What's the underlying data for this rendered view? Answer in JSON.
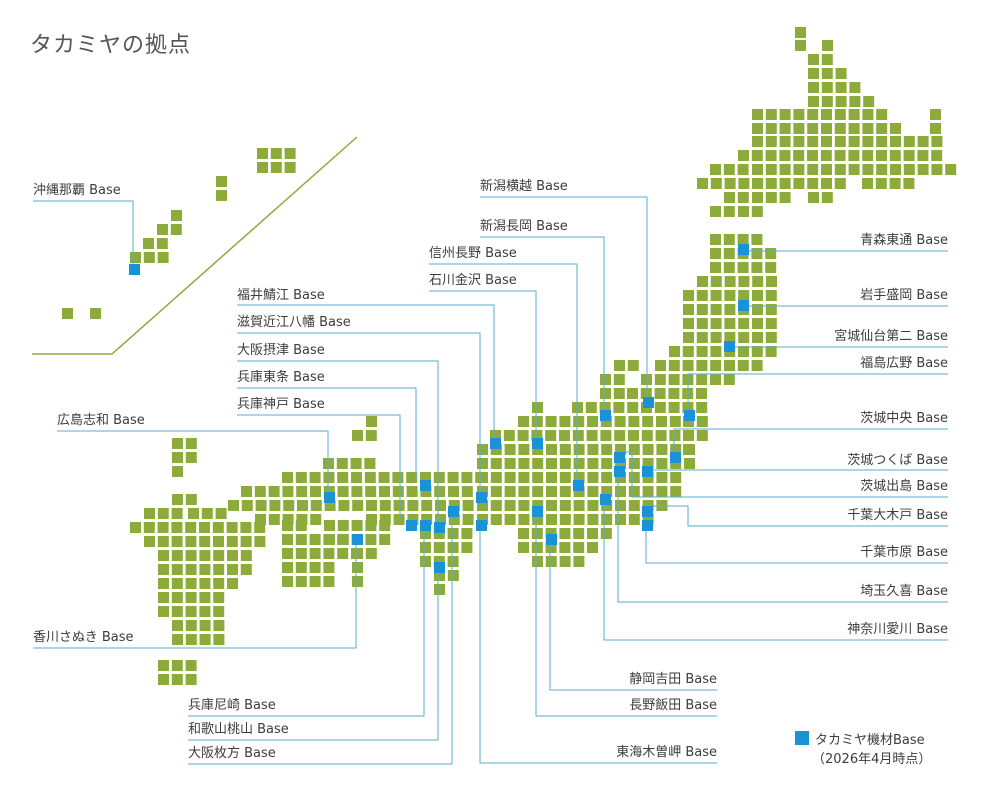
{
  "title": "タカミヤの拠点",
  "colors": {
    "land": "#8dab3a",
    "base": "#1a93d6",
    "leader": "#5aaed0",
    "divider": "#8dab3a"
  },
  "legend": {
    "label": "タカミヤ機材Base",
    "note": "（2026年4月時点）"
  },
  "bases": [
    {
      "id": "okinawa",
      "label": "沖縄那覇 Base"
    },
    {
      "id": "niigata-yokogoshi",
      "label": "新潟横越 Base"
    },
    {
      "id": "niigata-nagaoka",
      "label": "新潟長岡 Base"
    },
    {
      "id": "shinshu-nagano",
      "label": "信州長野 Base"
    },
    {
      "id": "ishikawa-kanazawa",
      "label": "石川金沢 Base"
    },
    {
      "id": "fukui-sabae",
      "label": "福井鯖江 Base"
    },
    {
      "id": "shiga-omihachiman",
      "label": "滋賀近江八幡 Base"
    },
    {
      "id": "osaka-settsu",
      "label": "大阪摂津 Base"
    },
    {
      "id": "hyogo-tojo",
      "label": "兵庫東条 Base"
    },
    {
      "id": "hyogo-kobe",
      "label": "兵庫神戸 Base"
    },
    {
      "id": "hiroshima-shiwa",
      "label": "広島志和 Base"
    },
    {
      "id": "kagawa-sanuki",
      "label": "香川さぬき Base"
    },
    {
      "id": "hyogo-amagasaki",
      "label": "兵庫尼崎 Base"
    },
    {
      "id": "wakayama-momoyama",
      "label": "和歌山桃山 Base"
    },
    {
      "id": "osaka-hirakata",
      "label": "大阪枚方 Base"
    },
    {
      "id": "aomori-higashidori",
      "label": "青森東通 Base"
    },
    {
      "id": "iwate-morioka",
      "label": "岩手盛岡 Base"
    },
    {
      "id": "miyagi-sendai",
      "label": "宮城仙台第二 Base"
    },
    {
      "id": "fukushima-hirono",
      "label": "福島広野 Base"
    },
    {
      "id": "ibaraki-chuo",
      "label": "茨城中央 Base"
    },
    {
      "id": "ibaraki-tsukuba",
      "label": "茨城つくば Base"
    },
    {
      "id": "ibaraki-dejima",
      "label": "茨城出島 Base"
    },
    {
      "id": "chiba-oukido",
      "label": "千葉大木戸 Base"
    },
    {
      "id": "chiba-ichihara",
      "label": "千葉市原 Base"
    },
    {
      "id": "saitama-kuki",
      "label": "埼玉久喜 Base"
    },
    {
      "id": "kanagawa-aikawa",
      "label": "神奈川愛川 Base"
    },
    {
      "id": "shizuoka-yoshida",
      "label": "静岡吉田 Base"
    },
    {
      "id": "nagano-iida",
      "label": "長野飯田 Base"
    },
    {
      "id": "tokai-sonezaki",
      "label": "東海木曽岬 Base"
    }
  ]
}
